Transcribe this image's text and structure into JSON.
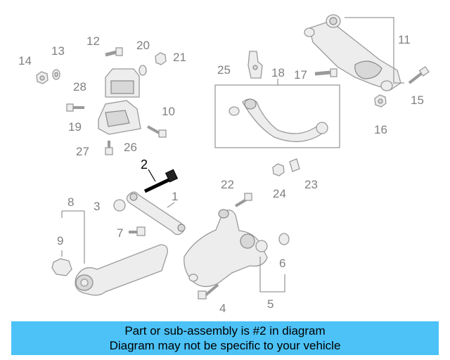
{
  "diagram": {
    "labels": {
      "p1": "1",
      "p2": "2",
      "p3": "3",
      "p4": "4",
      "p5": "5",
      "p6": "6",
      "p7": "7",
      "p8": "8",
      "p9": "9",
      "p10": "10",
      "p11": "11",
      "p12": "12",
      "p13": "13",
      "p14": "14",
      "p15": "15",
      "p16": "16",
      "p17": "17",
      "p18": "18",
      "p19": "19",
      "p20": "20",
      "p21": "21",
      "p22": "22",
      "p23": "23",
      "p24": "24",
      "p25": "25",
      "p26": "26",
      "p27": "27",
      "p28": "28"
    },
    "highlighted_part": "2",
    "colors": {
      "highlight": "#000000",
      "parts": "#9a9a9a",
      "banner": "#4cc2f7"
    }
  },
  "banner": {
    "line1": "Part or sub-assembly is #2 in diagram",
    "line2": "Diagram may not be specific to your vehicle"
  }
}
